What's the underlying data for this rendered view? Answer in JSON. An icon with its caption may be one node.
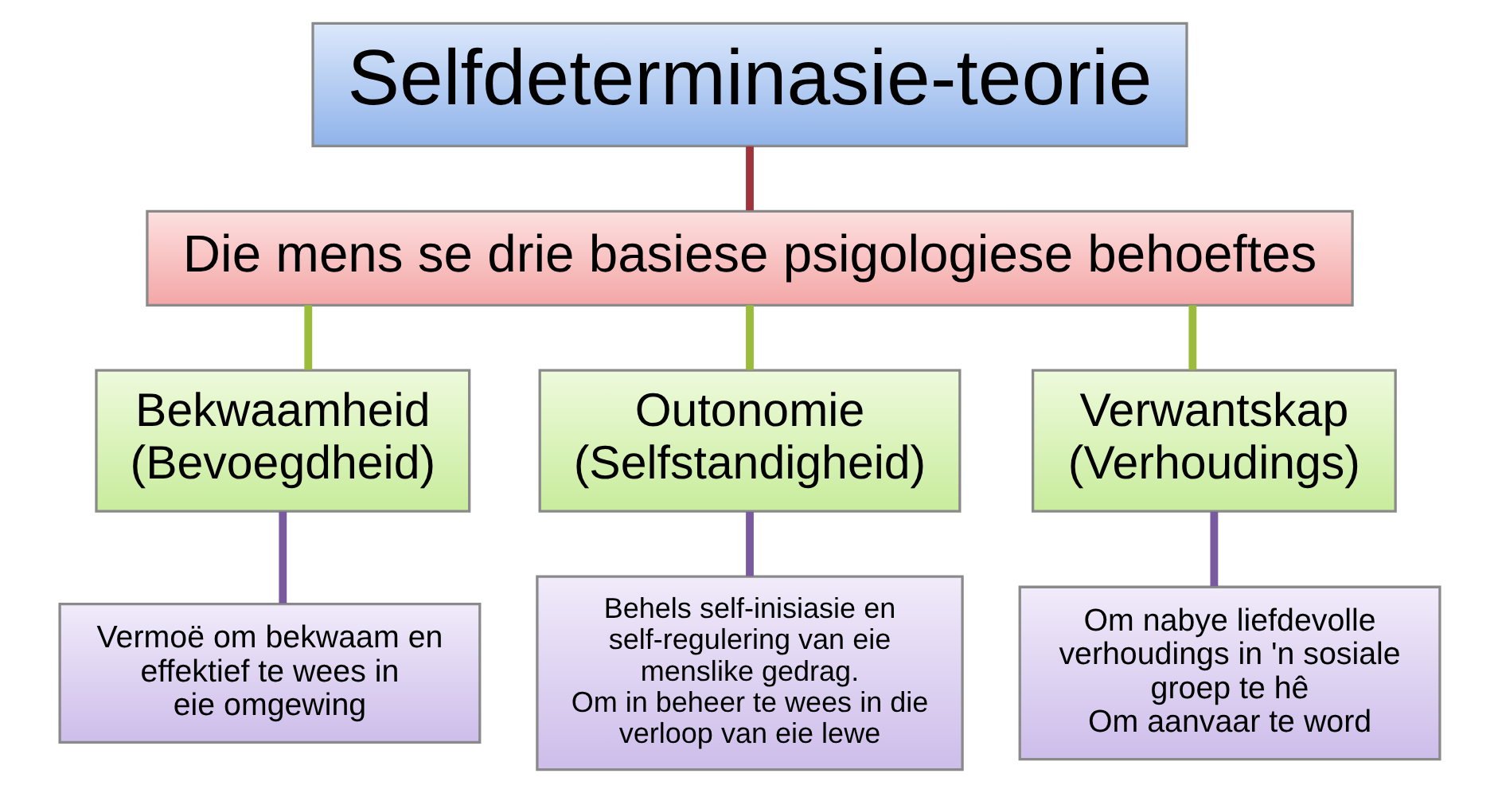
{
  "diagram": {
    "nodes": [
      {
        "text": [
          "Selfdeterminasie-teorie"
        ]
      },
      {
        "text": [
          "Die mens se drie basiese psigologiese behoeftes"
        ]
      },
      {
        "text": [
          "Bekwaamheid (Bevoegdheid)"
        ]
      },
      {
        "text": [
          "Outonomie (Selfstandigheid)"
        ]
      },
      {
        "text": [
          "Verwantskap (Verhoudings)"
        ]
      },
      {
        "text": [
          "Vermoë om bekwaam en effektief te wees in eie omgewing"
        ]
      },
      {
        "text": [
          "Behels self-inisiasie en self-regulering van eie menslike gedrag.",
          "Om in beheer te wees in die verloop van eie lewe"
        ]
      },
      {
        "text": [
          "Om nabye liefdevolle verhoudings in 'n sosiale groep te hê",
          "Om aanvaar te word"
        ]
      }
    ],
    "edges": [
      {
        "from": 0,
        "to": 1,
        "arrow": "none",
        "color": "#a0343c"
      },
      {
        "from": 1,
        "to": 2,
        "arrow": "none",
        "color": "#9bbb3b"
      },
      {
        "from": 1,
        "to": 3,
        "arrow": "none",
        "color": "#9bbb3b"
      },
      {
        "from": 1,
        "to": 4,
        "arrow": "none",
        "color": "#9bbb3b"
      },
      {
        "from": 2,
        "to": 5,
        "arrow": "none",
        "color": "#7a5a9e"
      },
      {
        "from": 3,
        "to": 6,
        "arrow": "none",
        "color": "#7a5a9e"
      },
      {
        "from": 4,
        "to": 7,
        "arrow": "none",
        "color": "#7a5a9e"
      }
    ]
  }
}
